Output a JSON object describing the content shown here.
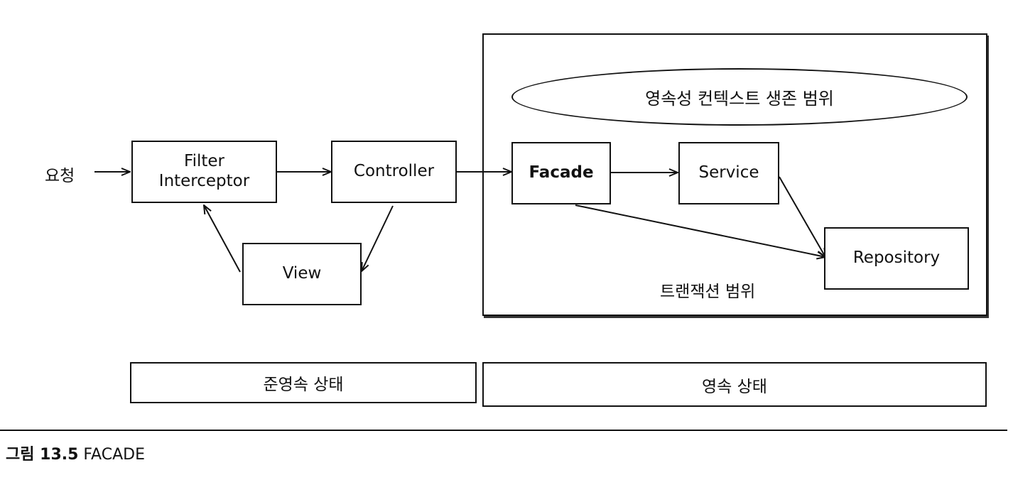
{
  "diagram": {
    "request_label": "요청",
    "filter_interceptor": [
      "Filter",
      "Interceptor"
    ],
    "controller": "Controller",
    "view": "View",
    "facade": "Facade",
    "service": "Service",
    "repository": "Repository",
    "persistence_context_scope": "영속성 컨텍스트 생존 범위",
    "transaction_scope": "트랜잭션 범위"
  },
  "states": {
    "detached": "준영속 상태",
    "managed": "영속 상태"
  },
  "caption": {
    "prefix": "그림 13.5",
    "title": "FACADE"
  }
}
